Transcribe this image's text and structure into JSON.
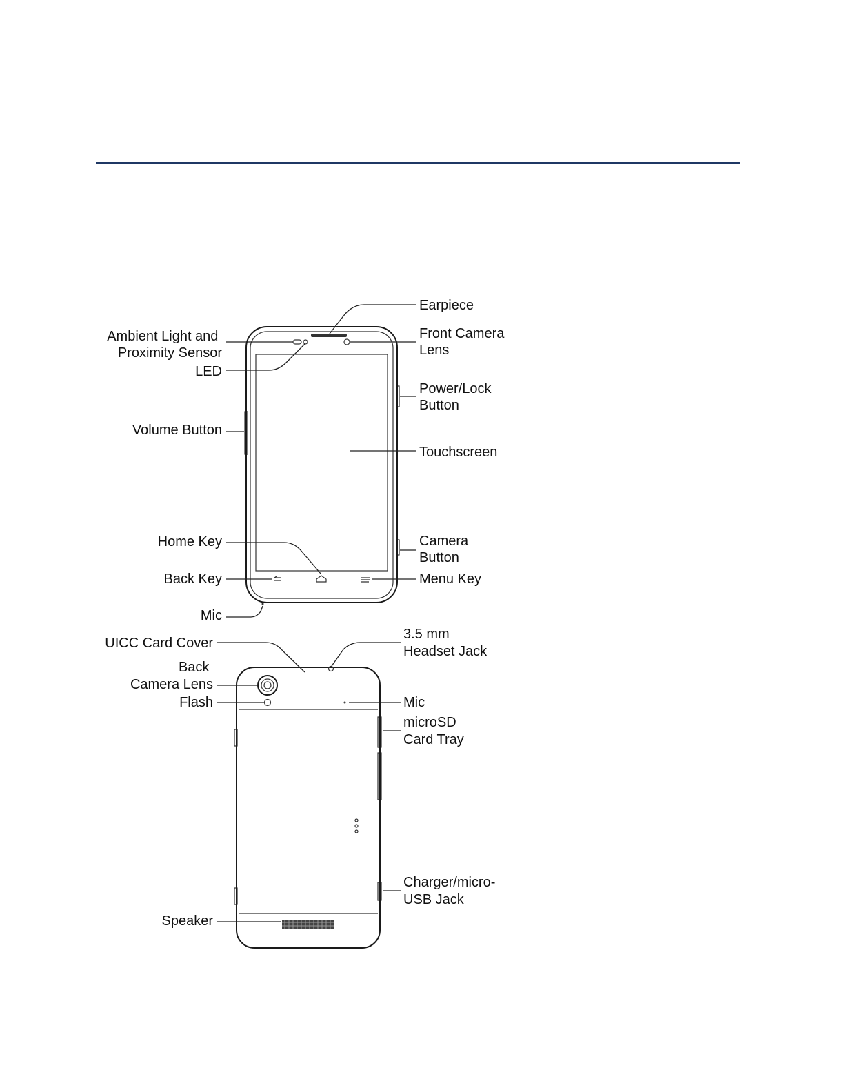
{
  "front_labels": {
    "earpiece": [
      "Earpiece"
    ],
    "ambient_light": [
      "Ambient Light and",
      "Proximity Sensor"
    ],
    "front_camera": [
      "Front Camera",
      "Lens"
    ],
    "led": [
      "LED"
    ],
    "power_lock": [
      "Power/Lock",
      "Button"
    ],
    "volume": [
      "Volume Button"
    ],
    "touchscreen": [
      "Touchscreen"
    ],
    "home_key": [
      "Home Key"
    ],
    "camera_button": [
      "Camera",
      "Button"
    ],
    "back_key": [
      "Back Key"
    ],
    "menu_key": [
      "Menu Key"
    ],
    "mic": [
      "Mic"
    ]
  },
  "back_labels": {
    "uicc": [
      "UICC Card Cover"
    ],
    "headset": [
      "3.5 mm",
      "Headset Jack"
    ],
    "back_camera": [
      "Back",
      "Camera Lens"
    ],
    "flash": [
      "Flash"
    ],
    "mic": [
      "Mic"
    ],
    "microsd": [
      "microSD",
      "Card Tray"
    ],
    "charger": [
      "Charger/micro-",
      "USB Jack"
    ],
    "speaker": [
      "Speaker"
    ]
  },
  "colors": {
    "rule": "#1f3864",
    "line": "#1a1a1a",
    "text": "#111111"
  }
}
